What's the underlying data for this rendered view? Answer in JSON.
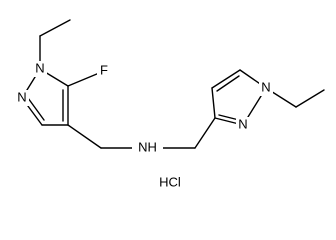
{
  "figure": {
    "kind": "chemical-structure"
  },
  "atoms": {
    "n1_left": "N",
    "n2_left": "N",
    "fluorine": "F",
    "amine": "NH",
    "n2_right": "N",
    "n1_right": "N",
    "salt": "HCl"
  },
  "colors": {
    "ink": "#000000",
    "background": "#ffffff"
  }
}
